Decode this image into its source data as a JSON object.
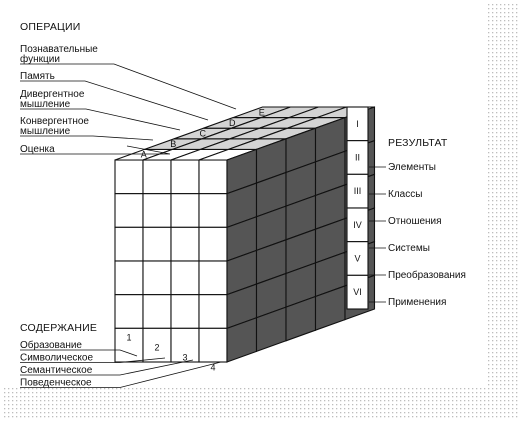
{
  "headers": {
    "operations": "ОПЕРАЦИИ",
    "result": "РЕЗУЛЬТАТ",
    "content": "СОДЕРЖАНИЕ"
  },
  "operations": [
    {
      "letter": "A",
      "label": [
        "Оценка"
      ]
    },
    {
      "letter": "B",
      "label": [
        "Конвергентное",
        "мышление"
      ]
    },
    {
      "letter": "C",
      "label": [
        "Дивергентное",
        "мышление"
      ]
    },
    {
      "letter": "D",
      "label": [
        "Память"
      ]
    },
    {
      "letter": "E",
      "label": [
        "Познавательные",
        "функции"
      ]
    }
  ],
  "results": [
    {
      "numeral": "I",
      "label": "Элементы"
    },
    {
      "numeral": "II",
      "label": "Классы"
    },
    {
      "numeral": "III",
      "label": "Отношения"
    },
    {
      "numeral": "IV",
      "label": "Системы"
    },
    {
      "numeral": "V",
      "label": "Преобразования"
    },
    {
      "numeral": "VI",
      "label": "Применения"
    }
  ],
  "contents": [
    {
      "number": "1",
      "label": "Образование"
    },
    {
      "number": "2",
      "label": "Символическое"
    },
    {
      "number": "3",
      "label": "Семантическое"
    },
    {
      "number": "4",
      "label": "Поведенческое"
    }
  ],
  "colors": {
    "front": "#ffffff",
    "top": "#d4d4d4",
    "right": "#555555",
    "stroke": "#111111",
    "dots": "#bdbdbd"
  }
}
